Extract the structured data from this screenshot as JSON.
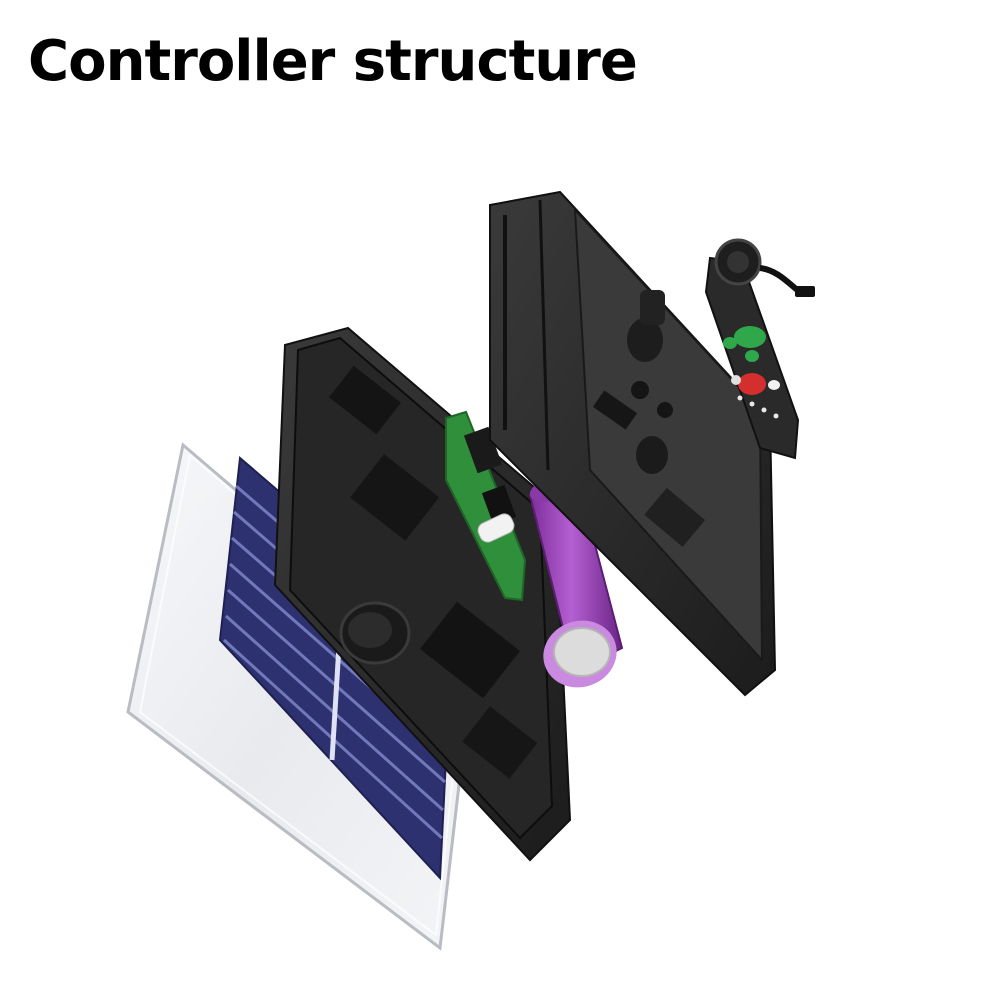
{
  "page": {
    "title": "Controller structure"
  },
  "illustration": {
    "subject": "exploded-view",
    "parts": [
      "glass-cover",
      "solar-panel",
      "front-housing",
      "circuit-board",
      "battery",
      "rear-housing",
      "remote-control"
    ],
    "colors": {
      "housing": "#2b2b2b",
      "housing_edge": "#1a1a1a",
      "glass": "#eef0f3",
      "solar_cell": "#3b3f7d",
      "pcb": "#2f8f3a",
      "battery": "#a04bc0",
      "battery_cap": "#dcdcdc",
      "button_green": "#2ea84a",
      "button_red": "#d32f2f"
    }
  }
}
